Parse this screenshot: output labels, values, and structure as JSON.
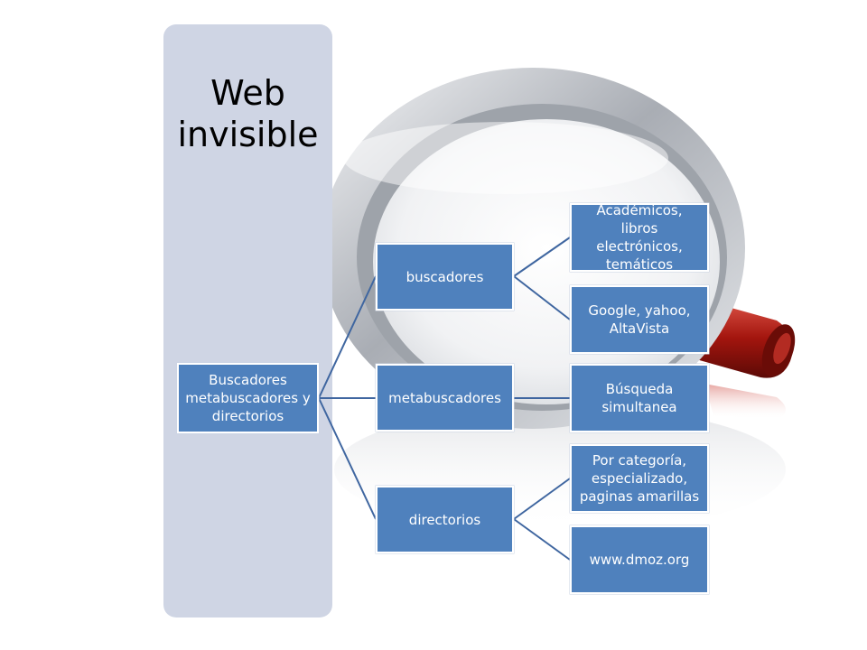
{
  "title": "Web invisible",
  "root": {
    "label": "Buscadores metabuscadores y directorios"
  },
  "level1": [
    {
      "label": "buscadores"
    },
    {
      "label": "metabuscadores"
    },
    {
      "label": "directorios"
    }
  ],
  "level2": [
    {
      "label": "Académicos, libros electrónicos, temáticos"
    },
    {
      "label": "Google, yahoo, AltaVista"
    },
    {
      "label": "Búsqueda simultanea"
    },
    {
      "label": "Por categoría, especializado, paginas amarillas"
    },
    {
      "label": "www.dmoz.org"
    }
  ],
  "colors": {
    "panel": "#cfd5e4",
    "node_fill": "#4f81bd",
    "connector": "#3f66a0",
    "magnifier_rim": "#b9bcc2",
    "handle": "#a3150e"
  },
  "background_icon": "magnifying-glass-icon"
}
